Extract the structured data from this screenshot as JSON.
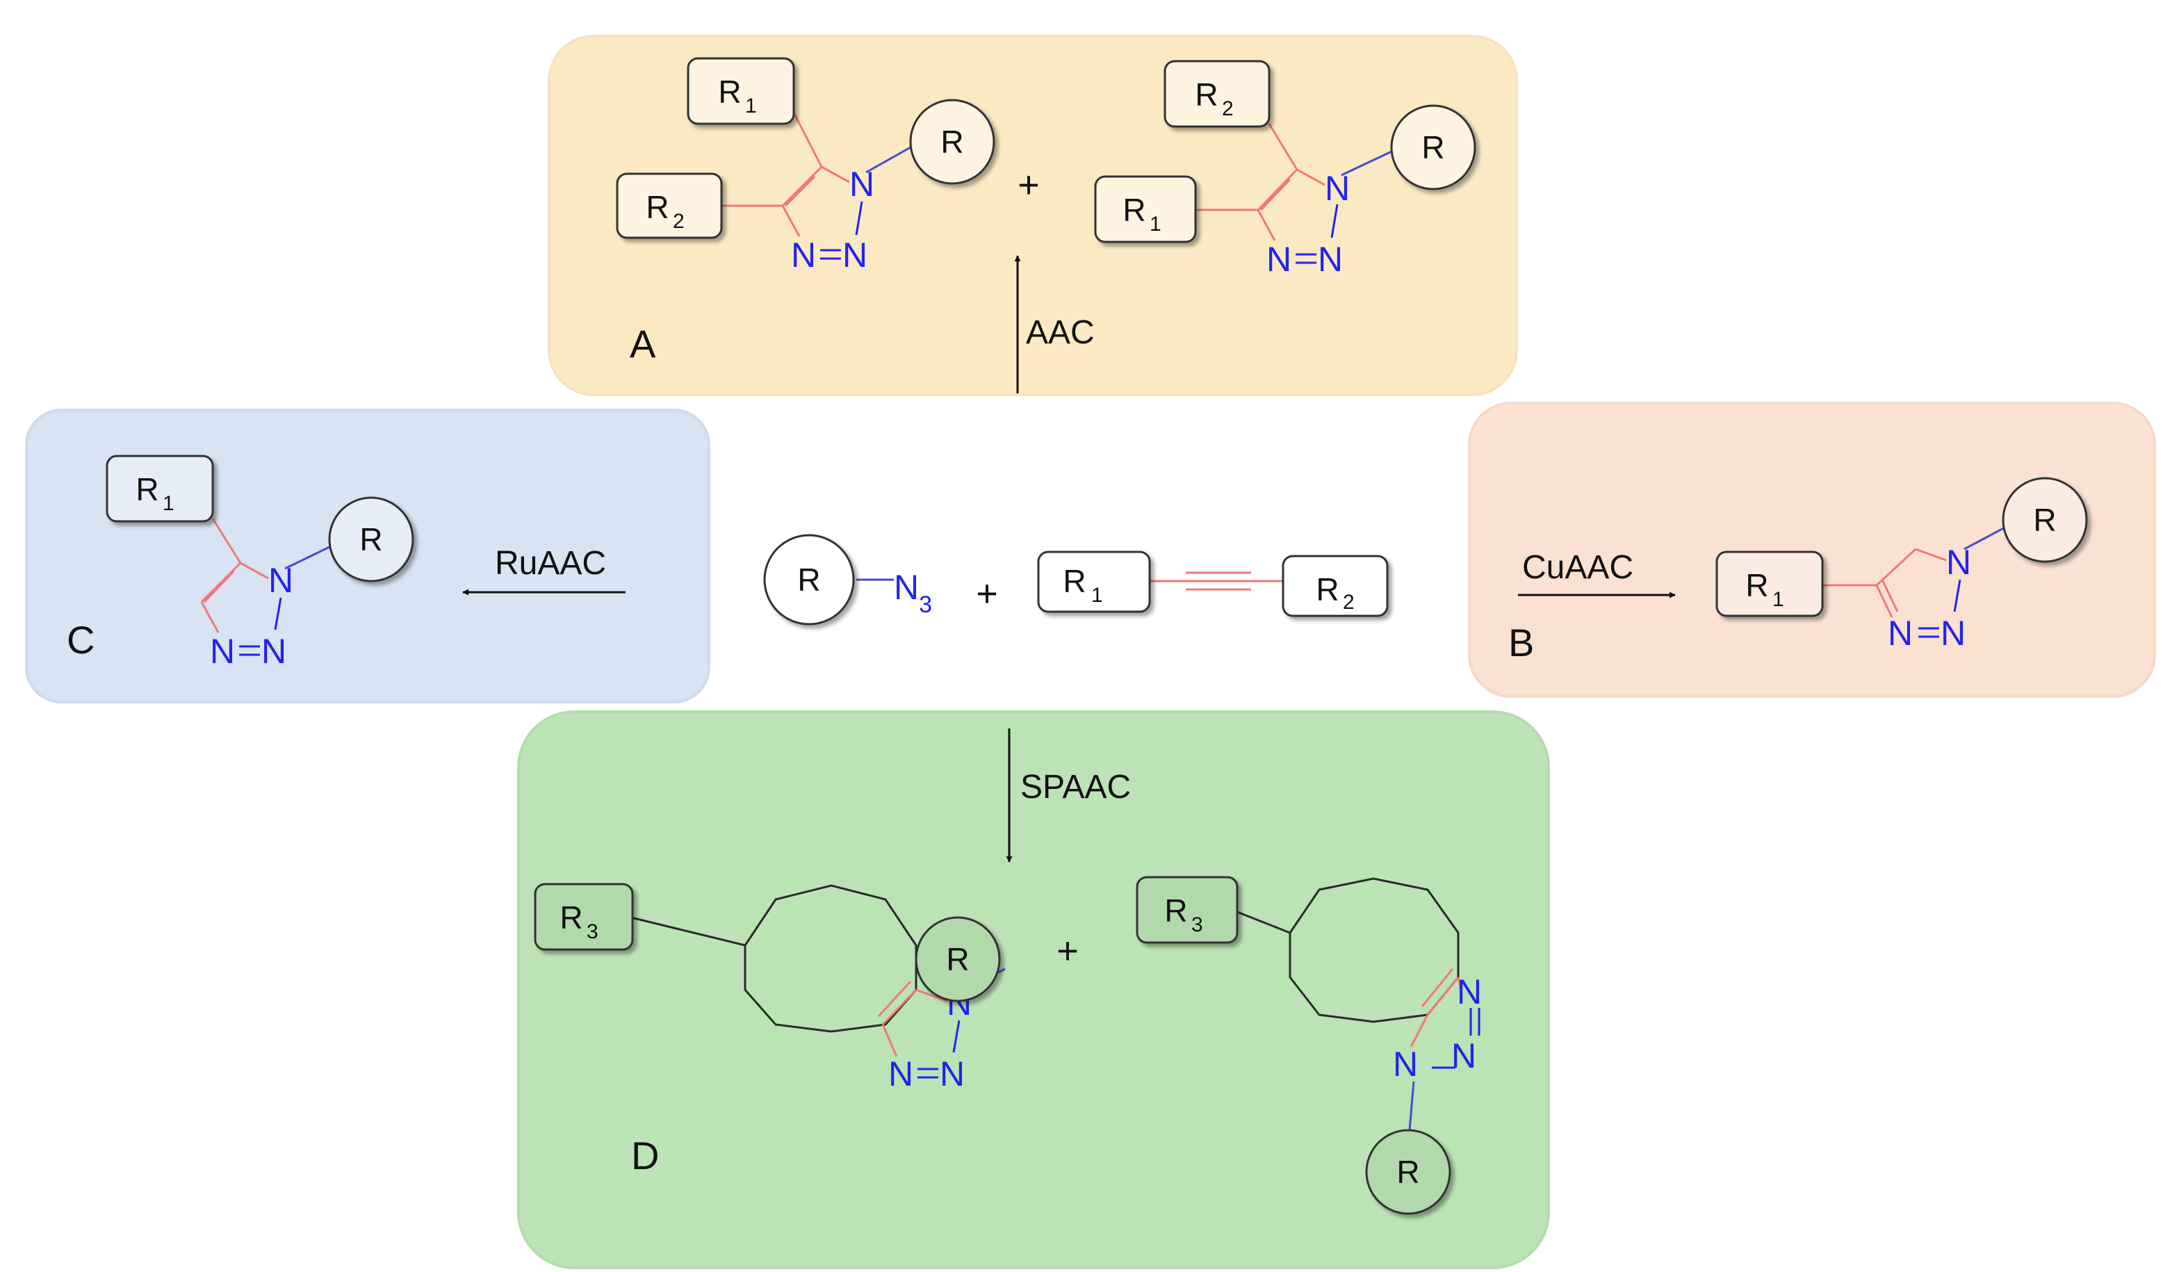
{
  "colors": {
    "panel_a": "#FBE9C3",
    "panel_b": "#FBE1D2",
    "panel_c": "#D8E3F3",
    "panel_d": "#BCE3B6",
    "carbon_bond": "#F07878",
    "nitrogen": "#2323EE",
    "box_fill_a": "#FDF3E0",
    "box_fill_b": "#FCEBE2",
    "box_fill_c": "#E6EDF7",
    "box_fill_d": "#B2D9AC",
    "box_fill_center": "#FFFFFF"
  },
  "labels": {
    "panel_a": "A",
    "panel_b": "B",
    "panel_c": "C",
    "panel_d": "D"
  },
  "reactions": {
    "aac": "AAC",
    "ruaac": "RuAAC",
    "cuaac": "CuAAC",
    "spaac": "SPAAC"
  },
  "plus": "+",
  "atoms": {
    "nitrogen": "N",
    "azide_subscript": "3"
  },
  "groups": {
    "r": "R",
    "r1": "1",
    "r2": "2",
    "r3": "3"
  },
  "icons": {
    "arrow": "reaction-arrow-icon",
    "triazole": "triazole-ring-icon",
    "cyclooctane": "cyclooctane-ring-icon"
  }
}
